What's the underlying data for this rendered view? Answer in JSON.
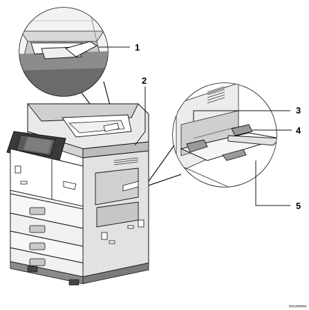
{
  "callouts": {
    "c1": "1",
    "c2": "2",
    "c3": "3",
    "c4": "4",
    "c5": "5"
  },
  "image_code": "D0CZM0052",
  "colors": {
    "line": "#111111",
    "gray_light": "#e8e8e8",
    "gray_mid": "#b9b9b9",
    "gray_dark": "#5a5a5a",
    "panel_dark": "#3a3a3a",
    "white": "#ffffff"
  }
}
